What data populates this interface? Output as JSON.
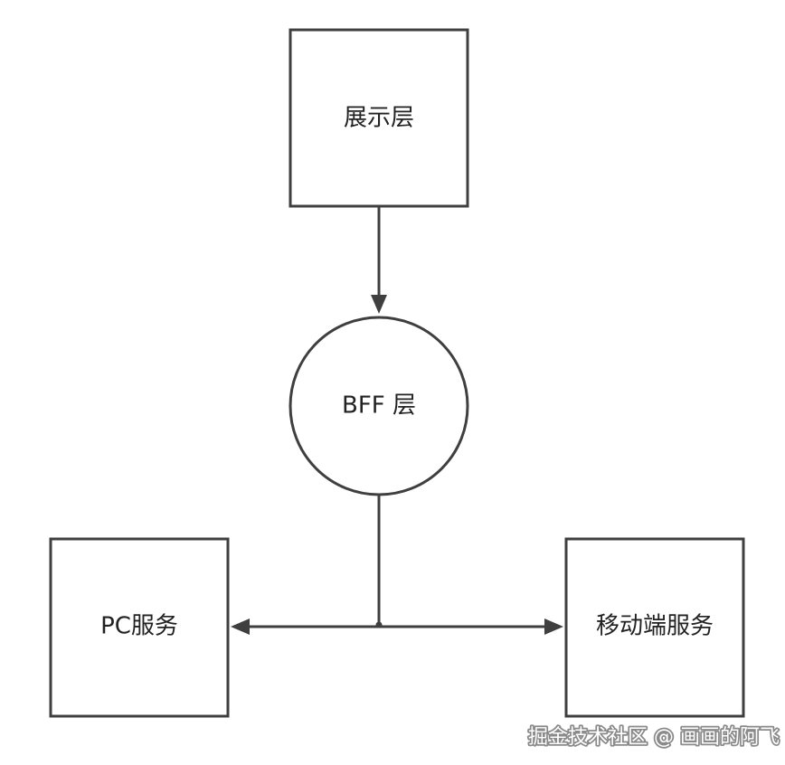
{
  "colors": {
    "stroke": "#3f3f3f",
    "text": "#222222",
    "background": "#ffffff"
  },
  "nodes": {
    "top": {
      "label": "展示层",
      "shape": "square"
    },
    "middle": {
      "label": "BFF 层",
      "shape": "circle"
    },
    "left": {
      "label": "PC服务",
      "shape": "square"
    },
    "right": {
      "label": "移动端服务",
      "shape": "square"
    }
  },
  "edges": [
    {
      "from": "top",
      "to": "middle",
      "arrow": "end"
    },
    {
      "from": "middle",
      "to": "left",
      "arrow": "end"
    },
    {
      "from": "middle",
      "to": "right",
      "arrow": "end"
    }
  ],
  "watermark": {
    "text": "掘金技术社区 @ 画画的阿飞"
  }
}
